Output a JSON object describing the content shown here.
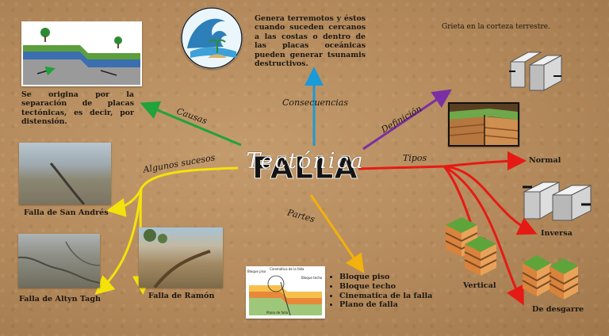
{
  "title": {
    "main": "FALLA",
    "script": "Tectónica"
  },
  "branches": {
    "causes": "Causas",
    "consequences": "Consecuencias",
    "definition": "Definición",
    "types": "Tipos",
    "parts": "Partes",
    "events": "Algunos sucesos"
  },
  "texts": {
    "causes": "Se origina por la separación de placas tectónicas, es decir, por distensión.",
    "consequences": "Genera terremotos y éstos cuando suceden cercanos a las costas o dentro de las placas oceánicas pueden generar tsunamis destructivos.",
    "definition": "Grieta en la corteza terrestre."
  },
  "types": [
    "Normal",
    "Inversa",
    "Vertical",
    "De desgarre"
  ],
  "parts": [
    "Bloque piso",
    "Bloque techo",
    "Cinematica de la falla",
    "Plano de falla"
  ],
  "events": [
    "Falla de San Andrés",
    "Falla de Altyn Tagh",
    "Falla de Ramón"
  ],
  "diagram_labels": {
    "a": "Bloque piso",
    "b": "Cinemática de la falla",
    "c": "Bloque techo",
    "d": "Plano de falla"
  },
  "colors": {
    "causes": "#1fa33a",
    "consequences": "#1a9ad8",
    "definition": "#7b2fa4",
    "types": "#e61a14",
    "parts": "#f2b10c",
    "events": "#f5e20a"
  }
}
